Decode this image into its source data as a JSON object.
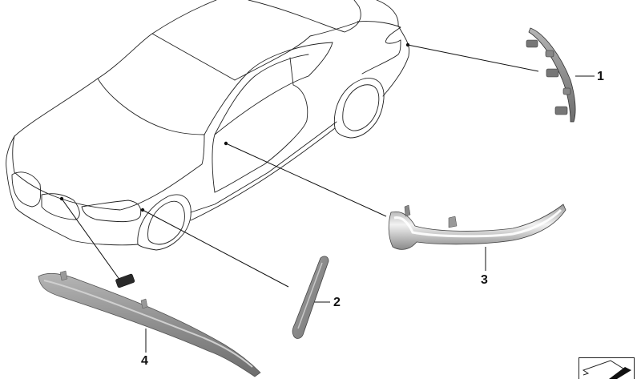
{
  "diagram": {
    "type": "exploded parts diagram",
    "subject": "car body outline with lighting components",
    "parts": [
      {
        "number": "1",
        "description": "rear side light strip with clips",
        "anchor": "rear quarter"
      },
      {
        "number": "2",
        "description": "front side marker reflector",
        "anchor": "front fender"
      },
      {
        "number": "3",
        "description": "door/mirror light strip",
        "anchor": "driver door"
      },
      {
        "number": "4",
        "description": "headlight LED strip with connector",
        "anchor": "headlight"
      }
    ],
    "colors": {
      "line": "#111111",
      "part_dark": "#6b6b6b",
      "part_mid": "#9a9a9a",
      "part_light": "#d8d8d8",
      "background": "#ffffff"
    }
  },
  "callouts": {
    "c1": "1",
    "c2": "2",
    "c3": "3",
    "c4": "4"
  },
  "logo": {
    "icon": "catalog-logo-icon"
  }
}
